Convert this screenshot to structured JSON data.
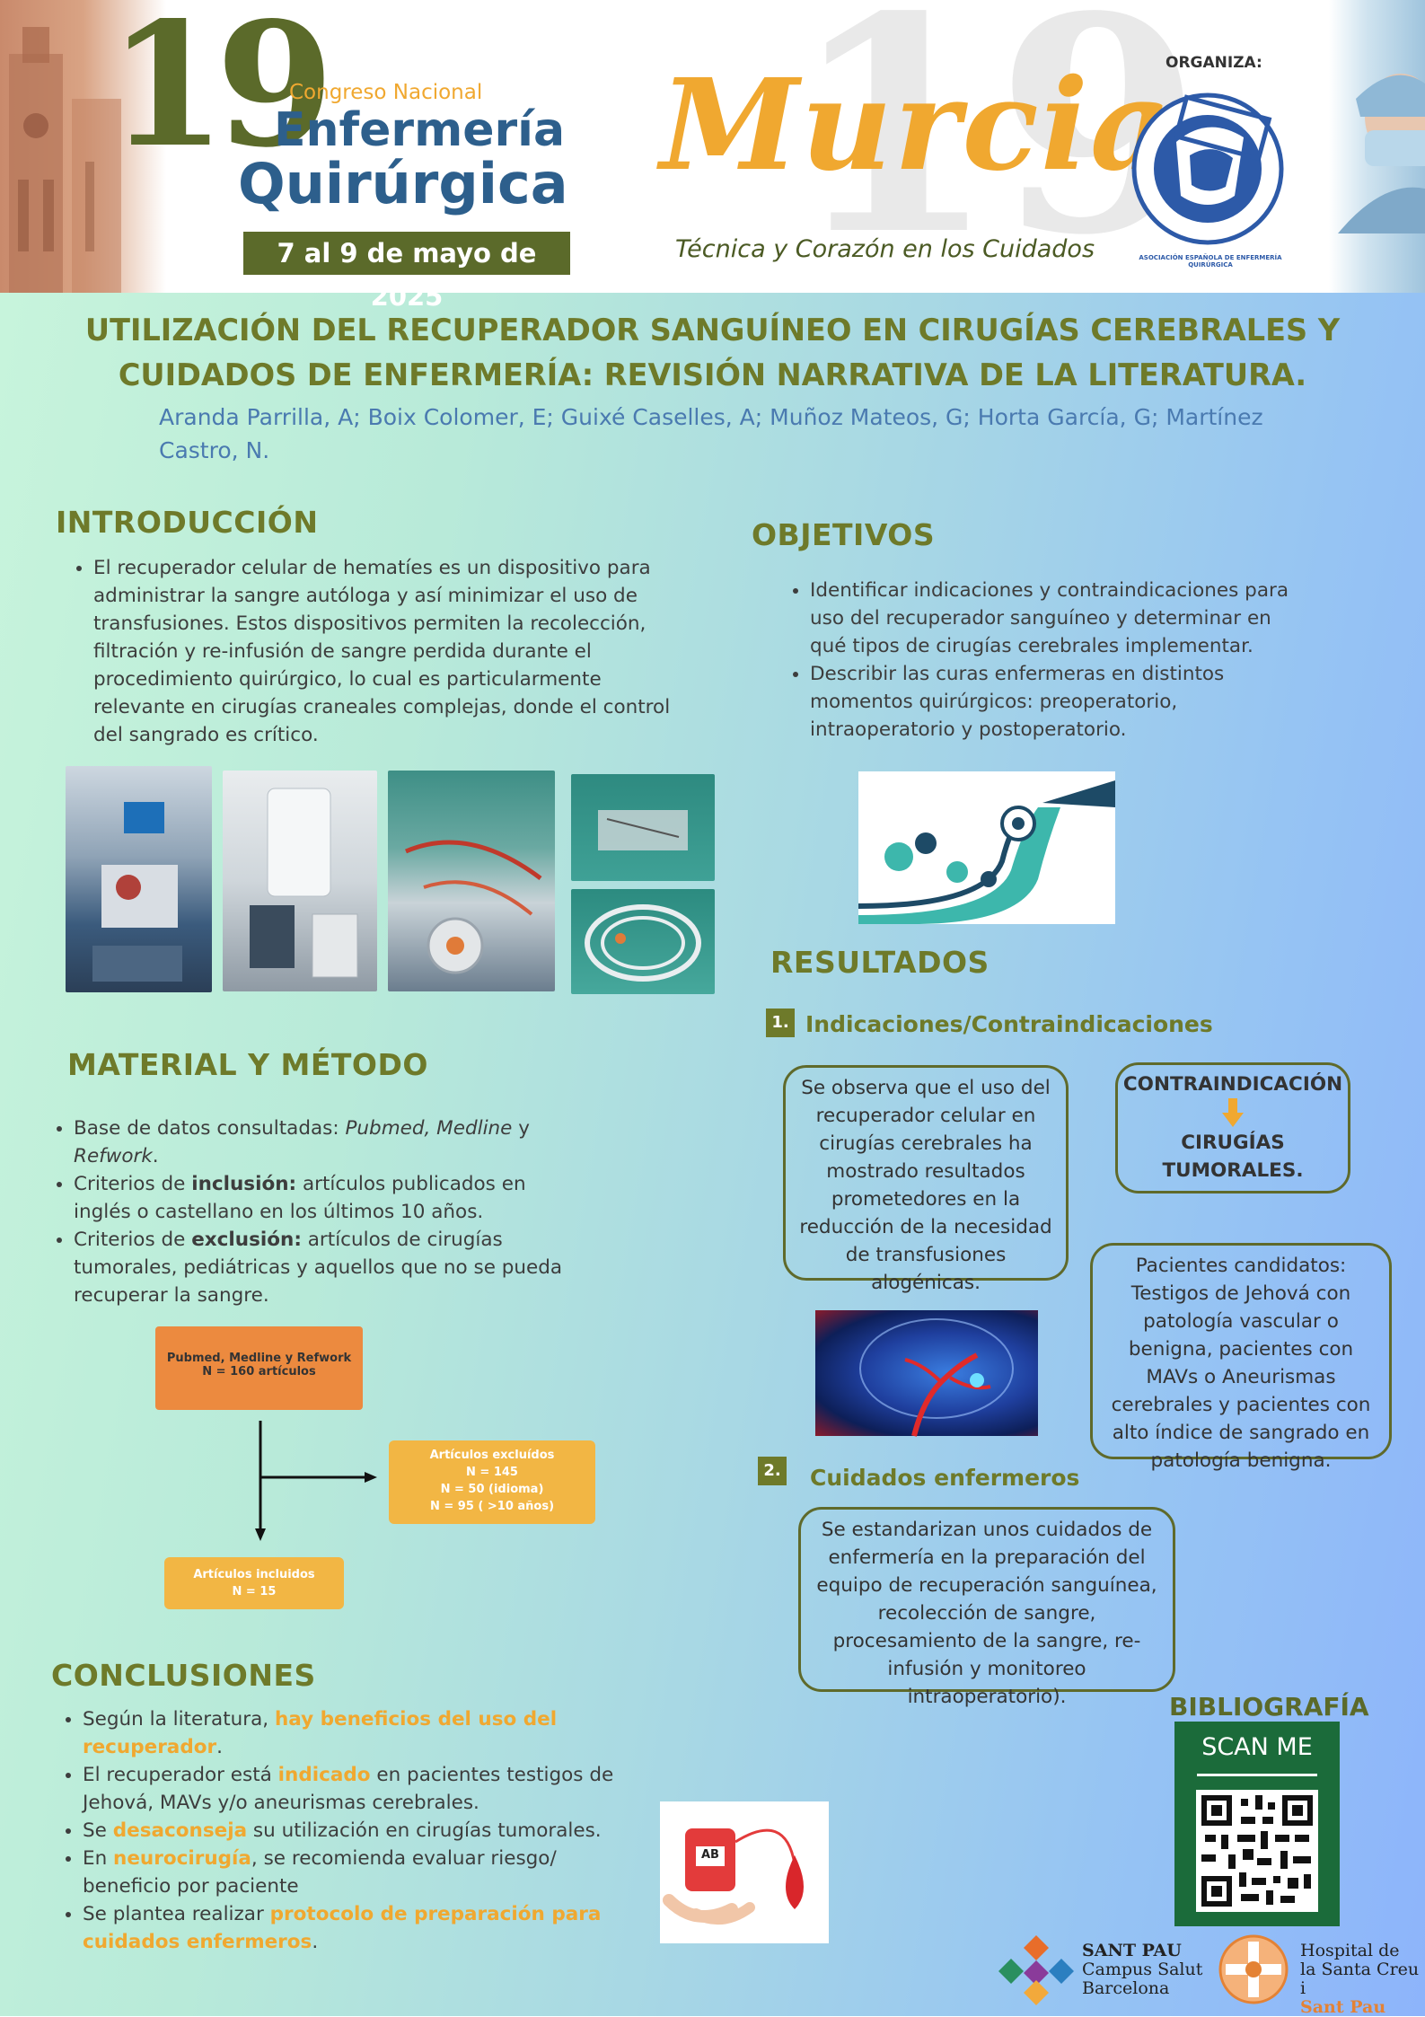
{
  "header": {
    "number": "19",
    "congress": "Congreso Nacional",
    "title_line1": "Enfermería",
    "title_line2": "Quirúrgica",
    "dates": "7 al 9 de mayo de 2025",
    "city": "Murcia",
    "slogan": "Técnica y Corazón en los Cuidados",
    "organiza": "ORGANIZA:",
    "assoc_name": "ASOCIACIÓN ESPAÑOLA DE ENFERMERÍA QUIRÚRGICA"
  },
  "poster": {
    "title_line1": "UTILIZACIÓN DEL RECUPERADOR SANGUÍNEO EN CIRUGÍAS CEREBRALES Y",
    "title_line2": "CUIDADOS DE ENFERMERÍA: REVISIÓN NARRATIVA DE LA LITERATURA.",
    "authors": "Aranda Parrilla, A; Boix Colomer, E; Guixé Caselles, A; Muñoz Mateos, G; Horta García, G; Martínez Castro, N."
  },
  "intro": {
    "heading": "INTRODUCCIÓN",
    "text": "El recuperador celular de hematíes es un dispositivo para administrar la sangre autóloga y así minimizar el uso de transfusiones. Estos dispositivos permiten la recolección, filtración y re-infusión de sangre perdida durante el procedimiento quirúrgico, lo cual es particularmente relevante en cirugías craneales complejas, donde el control del sangrado es crítico."
  },
  "objetivos": {
    "heading": "OBJETIVOS",
    "items": [
      "Identificar indicaciones y contraindicaciones para uso del recuperador sanguíneo y determinar en qué tipos de cirugías cerebrales implementar.",
      "Describir las curas enfermeras en distintos momentos quirúrgicos: preoperatorio, intraoperatorio y postoperatorio."
    ]
  },
  "metodo": {
    "heading": "MATERIAL Y MÉTODO",
    "b1_pre": "Base de datos consultadas: ",
    "b1_em": "Pubmed, Medline",
    "b1_mid": " y ",
    "b1_em2": "Refwork",
    "b1_end": ".",
    "b2_pre": "Criterios de ",
    "b2_bold": "inclusión:",
    "b2_rest": " artículos publicados en inglés o castellano en los últimos 10  años.",
    "b3_pre": "Criterios de ",
    "b3_bold": "exclusión:",
    "b3_rest": " artículos de cirugías tumorales, pediátricas y aquellos que no se pueda recuperar la sangre.",
    "flow": {
      "source_l1": "Pubmed, Medline y Refwork",
      "source_l2": "N = 160 artículos",
      "excl_l1": "Artículos excluídos",
      "excl_l2": "N = 145",
      "excl_l3": "N = 50 (idioma)",
      "excl_l4": "N = 95 ( >10 años)",
      "incl_l1": "Artículos incluidos",
      "incl_l2": "N = 15"
    }
  },
  "resultados": {
    "heading": "RESULTADOS",
    "s1_num": "1.",
    "s1_title": "Indicaciones/Contraindicaciones",
    "box_left": "Se observa que el uso del recuperador celular en cirugías cerebrales ha mostrado resultados prometedores en la reducción de la necesidad de transfusiones alogénicas.",
    "contra_title": "CONTRAINDICACIÓN",
    "contra_value_l1": "CIRUGÍAS",
    "contra_value_l2": "TUMORALES.",
    "box_candidates": "Pacientes candidatos: Testigos de Jehová con patología vascular o benigna, pacientes con MAVs o Aneurismas cerebrales y pacientes con alto índice de sangrado en patología benigna.",
    "s2_num": "2.",
    "s2_title": "Cuidados enfermeros",
    "box_care": "Se estandarizan unos cuidados de enfermería en la preparación del equipo de recuperación sanguínea, recolección de sangre, procesamiento de la sangre, re-infusión y monitoreo intraoperatorio)."
  },
  "conclusiones": {
    "heading": "CONCLUSIONES",
    "c1_pre": "Según la literatura, ",
    "c1_hl": "hay beneficios del uso del recuperador",
    "c1_end": ".",
    "c2_pre": "El recuperador está ",
    "c2_hl": "indicado",
    "c2_end": " en pacientes testigos de Jehová, MAVs y/o aneurismas cerebrales.",
    "c3_pre": "Se ",
    "c3_hl": "desaconseja",
    "c3_end": " su utilización en cirugías tumorales.",
    "c4_pre": "En ",
    "c4_hl": "neurocirugía",
    "c4_end": ", se recomienda evaluar riesgo/ beneficio por paciente",
    "c5_pre": "Se plantea realizar ",
    "c5_hl": "protocolo de preparación para cuidados enfermeros",
    "c5_end": "."
  },
  "bibliografia": {
    "heading": "BIBLIOGRAFÍA",
    "scan": "SCAN ME"
  },
  "blood_bag_label": "AB",
  "logos": {
    "santpau_l1": "SANT PAU",
    "santpau_l2": "Campus Salut",
    "santpau_l3": "Barcelona",
    "hosp_l1": "Hospital de",
    "hosp_l2": "la Santa Creu i",
    "hosp_l3": "Sant Pau"
  },
  "colors": {
    "olive": "#6e7a2a",
    "orange": "#f0a830",
    "blue": "#2d5f8c",
    "author_blue": "#4a7ab0"
  }
}
